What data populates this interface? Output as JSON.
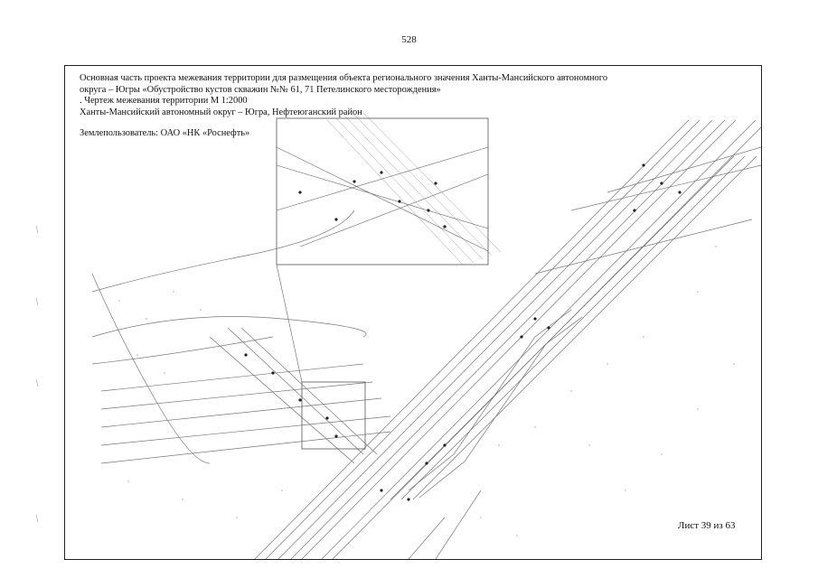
{
  "page": {
    "number": "528"
  },
  "title_block": {
    "line1": "Основная часть проекта межевания территории для размещения объекта регионального значения Ханты-Мансийского автономного",
    "line2": "округа – Югры «Обустройство кустов скважин №№ 61, 71 Петелинского месторождения»",
    "line3": ". Чертеж межевания территории М 1:2000",
    "line4": "Ханты-Мансийский автономный округ – Югра, Нефтеюганский район"
  },
  "land_user": "Землепользователь: ОАО «НК «Роснефть»",
  "sheet_label": "Лист 39 из 63",
  "colors": {
    "line": "#555555",
    "text": "#111111"
  }
}
